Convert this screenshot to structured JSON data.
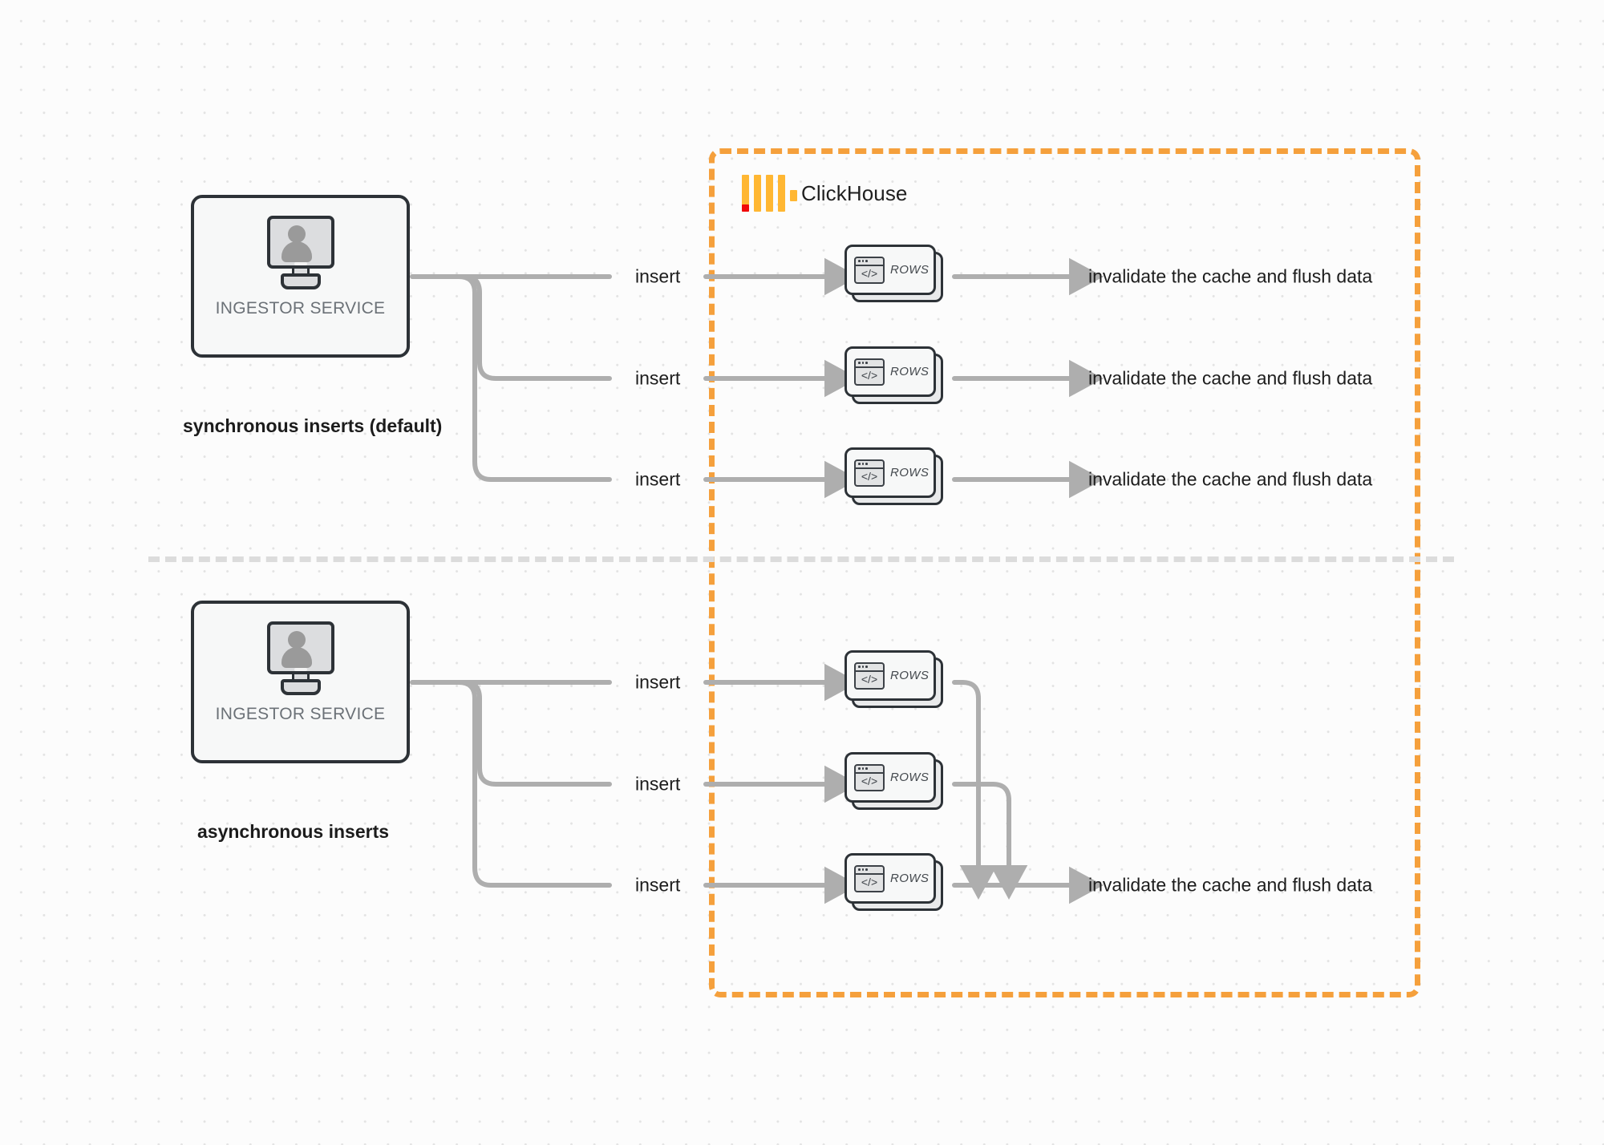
{
  "diagram": {
    "title": "ClickHouse synchronous vs asynchronous inserts",
    "background_color": "#fcfcfc",
    "accent_color": "#f5a03c",
    "wire_color": "#aeaeae",
    "box_border_color": "#2d3237"
  },
  "clickhouse": {
    "label": "ClickHouse",
    "logo_name": "clickhouse-logo",
    "logo_colors": {
      "bars": "#ffb733",
      "accent": "#f00a0a"
    },
    "boundary_style": "dashed",
    "boundary_color": "#f5a03c"
  },
  "sections": [
    {
      "id": "synchronous",
      "caption": "synchronous inserts (default)",
      "service": {
        "label": "INGESTOR SERVICE",
        "icon": "monitor-user-icon"
      },
      "rows": [
        {
          "insert_label": "insert",
          "card_label": "ROWS",
          "output_label": "invalidate the cache and flush data"
        },
        {
          "insert_label": "insert",
          "card_label": "ROWS",
          "output_label": "invalidate the cache and flush data"
        },
        {
          "insert_label": "insert",
          "card_label": "ROWS",
          "output_label": "invalidate the cache and flush data"
        }
      ]
    },
    {
      "id": "asynchronous",
      "caption": "asynchronous inserts",
      "service": {
        "label": "INGESTOR SERVICE",
        "icon": "monitor-user-icon"
      },
      "rows": [
        {
          "insert_label": "insert",
          "card_label": "ROWS"
        },
        {
          "insert_label": "insert",
          "card_label": "ROWS"
        },
        {
          "insert_label": "insert",
          "card_label": "ROWS"
        }
      ],
      "merged_output_label": "invalidate the cache and flush data"
    }
  ]
}
